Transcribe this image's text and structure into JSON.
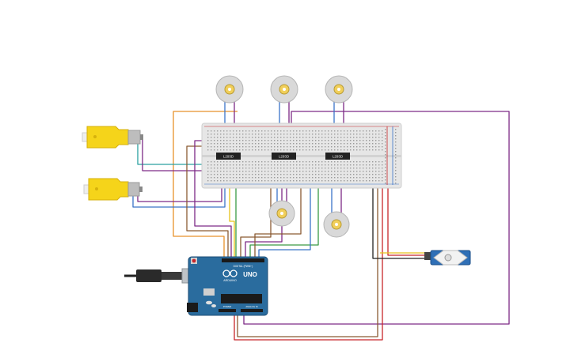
{
  "board": {
    "brand": "ARDUINO",
    "model": "UNO",
    "header_digital": "DIGITAL (PWM~)",
    "header_power": "POWER",
    "header_analog": "ANALOG IN"
  },
  "drivers": [
    {
      "label": "L293D"
    },
    {
      "label": "L293D"
    },
    {
      "label": "L293D"
    }
  ],
  "colors": {
    "breadboard": "#e6e6e6",
    "arduino": "#2a6c9e",
    "gear_motor": "#f5d41a",
    "servo": "#2f6fb6",
    "wire_orange": "#e8912a",
    "wire_purple": "#7d2a86",
    "wire_red": "#c8262a",
    "wire_green": "#3a9a45",
    "wire_blue": "#3a73c8",
    "wire_brown": "#8a5a32",
    "wire_yellow": "#e6c21a",
    "wire_teal": "#2aa0a0",
    "wire_black": "#222222"
  }
}
